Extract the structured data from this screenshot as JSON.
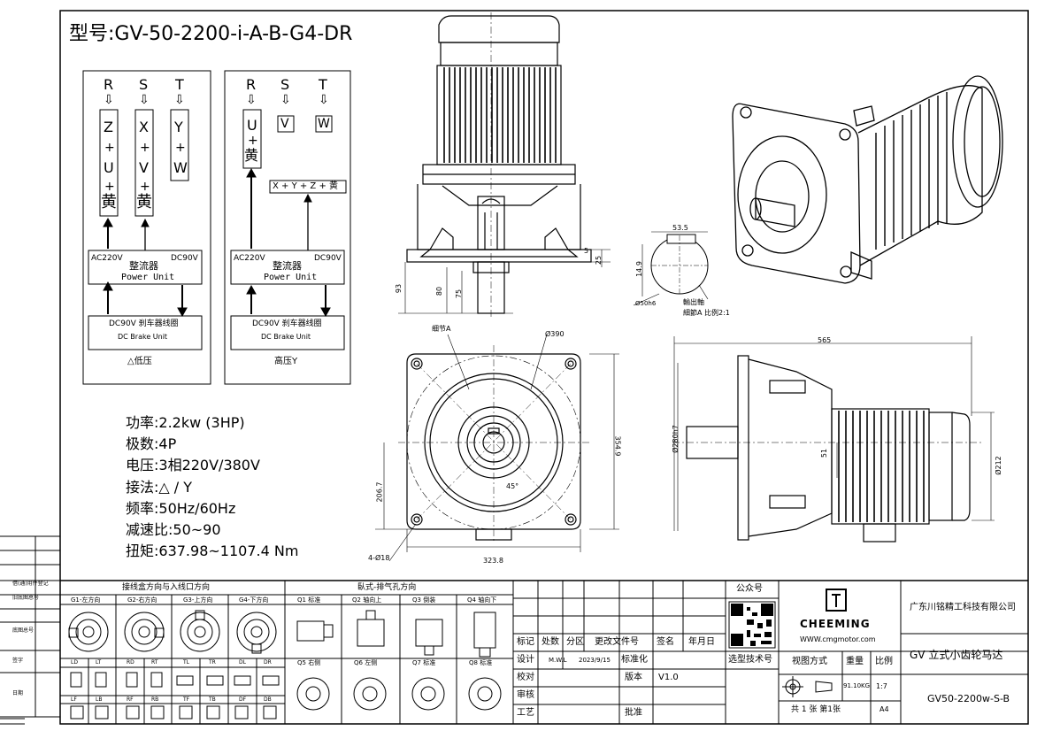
{
  "model": "型号:GV-50-2200-i-A-B-G4-DR",
  "wiring_low": {
    "phases": [
      "R",
      "S",
      "T"
    ],
    "arrows": [
      "⇩",
      "⇩",
      "⇩"
    ],
    "box1": [
      "Z",
      "+",
      "U",
      "+",
      "黄"
    ],
    "box2": [
      "X",
      "+",
      "V",
      "+",
      "黄"
    ],
    "box3": [
      "Y",
      "+",
      "W"
    ],
    "ac": "AC220V",
    "dc": "DC90V",
    "rect_cn": "整流器",
    "rect_en": "Power Unit",
    "brake_cn": "DC90V  刹车器线圈",
    "brake_en": "DC Brake Unit",
    "caption": "△低压"
  },
  "wiring_high": {
    "phases": [
      "R",
      "S",
      "T"
    ],
    "arrows": [
      "⇩",
      "⇩",
      "⇩"
    ],
    "box1": [
      "U",
      "+",
      "黄"
    ],
    "box2": "V",
    "box3": "W",
    "star": "X + Y + Z + 黄",
    "ac": "AC220V",
    "dc": "DC90V",
    "rect_cn": "整流器",
    "rect_en": "Power Unit",
    "brake_cn": "DC90V  刹车器线圈",
    "brake_en": "DC Brake Unit",
    "caption": "高压Y"
  },
  "specs": [
    "功率:2.2kw (3HP)",
    "极数:4P",
    "电压:3相220V/380V",
    "接法:△ / Y",
    "频率:50Hz/60Hz",
    "减速比:50~90",
    "扭矩:637.98~1107.4 Nm"
  ],
  "dims": {
    "d53": "53.5",
    "d149": "14.9",
    "d5": "5",
    "d25": "25",
    "d93": "93",
    "d80": "80",
    "d75": "75",
    "shaft_note1": "Ø50h6",
    "shaft_note2": "輸出軸",
    "shaft_note3": "細節A 比例2:1",
    "detailA": "细节A",
    "d390": "Ø390",
    "d3549": "354.9",
    "d2067": "206.7",
    "d3238": "323.8",
    "d418": "4-Ø18",
    "ang45": "45°",
    "d565": "565",
    "d280": "Ø280h7",
    "d51": "51",
    "d212": "Ø212"
  },
  "title_block": {
    "left_labels": [
      "借(通)用件登记",
      "旧底图总号",
      "底图总号",
      "签字",
      "日期"
    ],
    "junction_title": "接线盒方向与入线口方向",
    "junction_cols": [
      "G1-左方向",
      "G2-右方向",
      "G3-上方向",
      "G4-下方向"
    ],
    "junction_codes": [
      "LD",
      "LT",
      "RD",
      "RT",
      "TL",
      "TR",
      "DL",
      "DR",
      "LF",
      "LB",
      "RF",
      "RB",
      "TF",
      "TB",
      "DF",
      "DB"
    ],
    "vent_title": "臥式-排气孔方向",
    "vent_top": [
      "Q1 标准",
      "Q2 轴向上",
      "Q3 倒装",
      "Q4 轴向下"
    ],
    "vent_bottom": [
      "Q5 右侧",
      "Q6 左侧",
      "Q7 标准",
      "Q8 标准"
    ],
    "rev_header": [
      "标记",
      "处数",
      "分区",
      "更改文件号",
      "签名",
      "年月日"
    ],
    "design": "设计",
    "designer": "M.W.L",
    "date": "2023/9/15",
    "std": "标准化",
    "check": "校对",
    "version_label": "版本",
    "version": "V1.0",
    "review": "审核",
    "process": "工艺",
    "approve": "批准",
    "public": "公众号",
    "selection": "选型技术号",
    "brand": "CHEEMING",
    "website": "WWW.cmgmotor.com",
    "company": "广东川铭精工科技有限公司",
    "product": "GV 立式小齿轮马达",
    "view": "视图方式",
    "weight_label": "重量",
    "scale_label": "比例",
    "weight": "91.10KG",
    "scale": "1:7",
    "drawing_no": "GV50-2200w-S-B",
    "sheets": "共 1 张 第1张",
    "paper": "A4"
  }
}
